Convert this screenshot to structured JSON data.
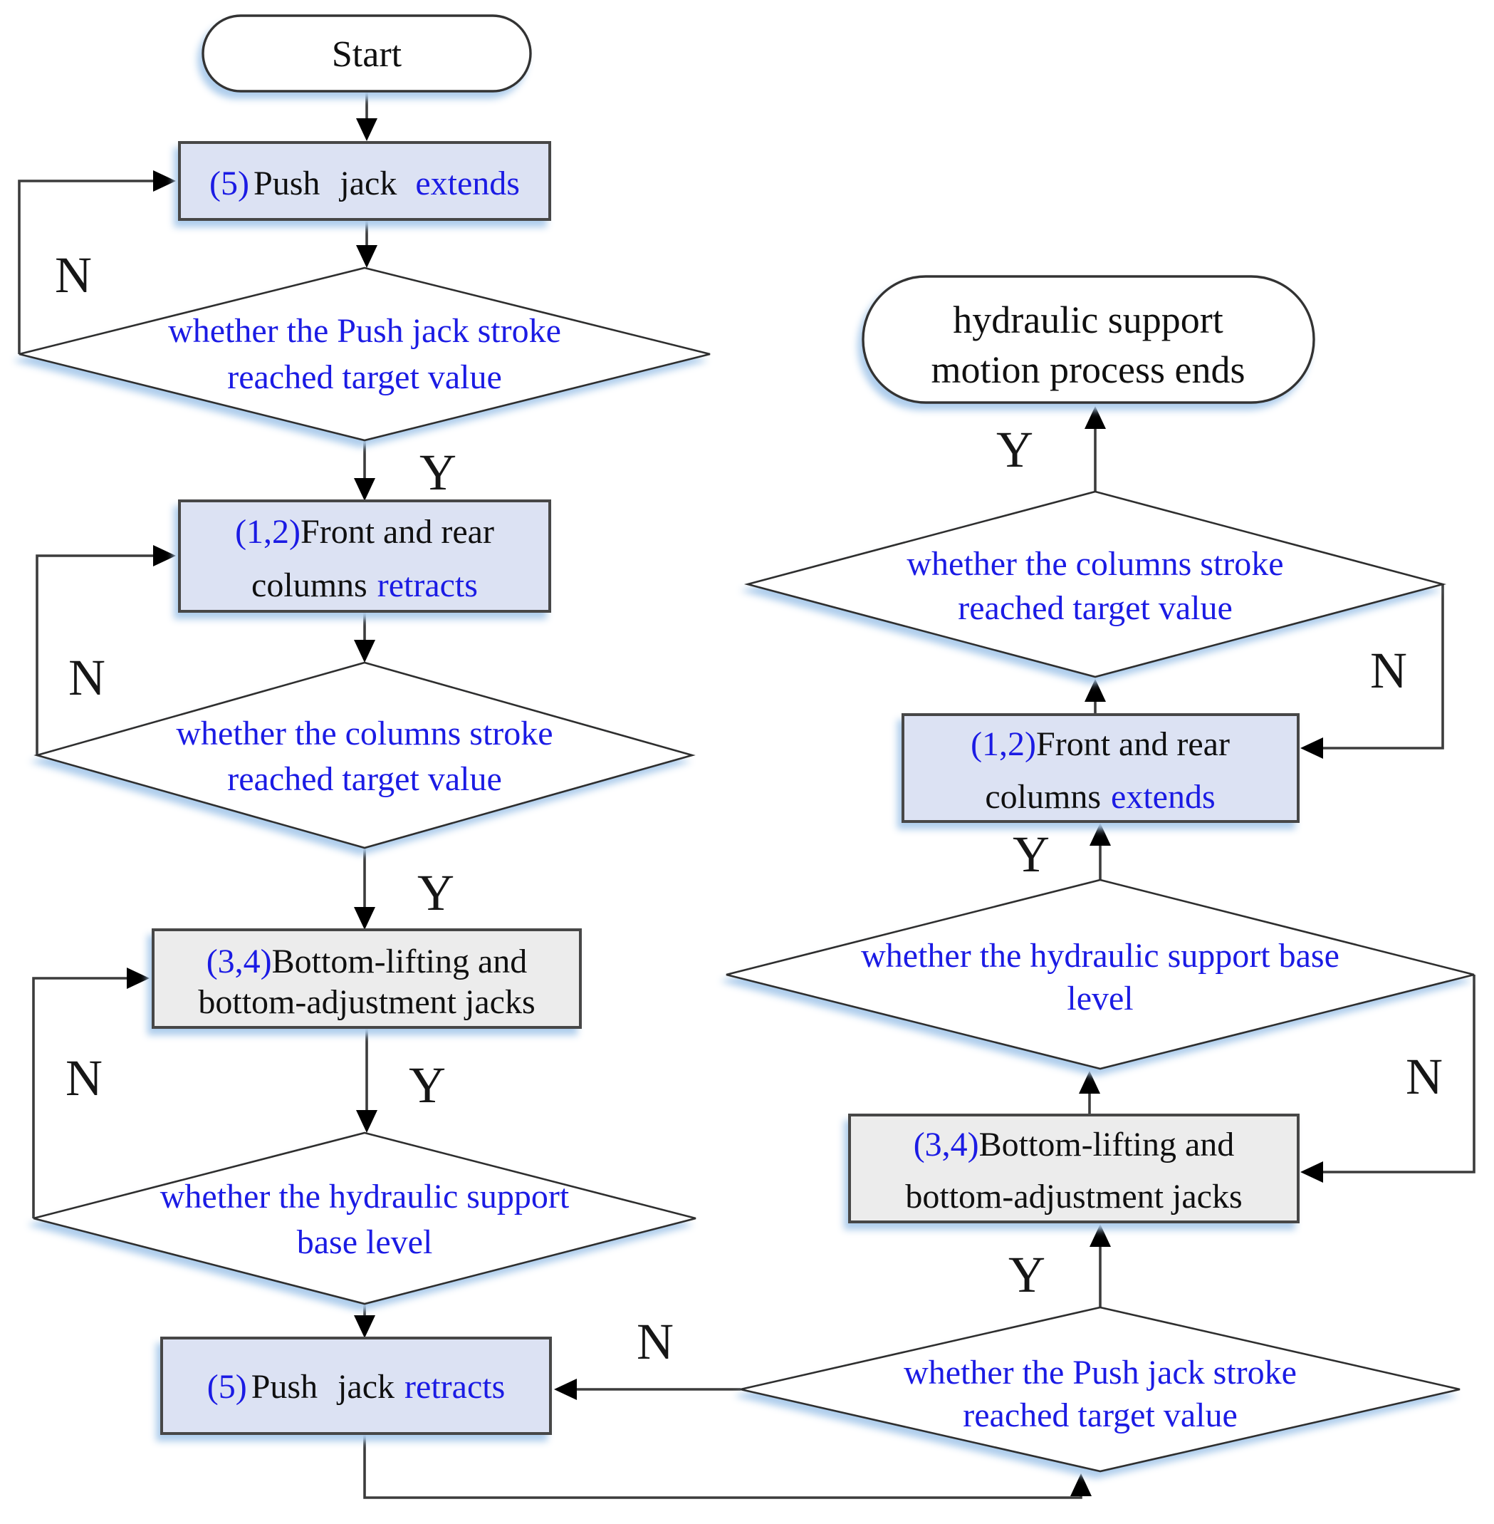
{
  "labels": {
    "yes": "Y",
    "no": "N"
  },
  "nodes": {
    "start": {
      "text": "Start"
    },
    "push_extends": {
      "num": "(5)",
      "body": "Push jack",
      "verb": "extends"
    },
    "push_stroke_left": {
      "line1": "whether the Push jack stroke",
      "line2": "reached target value"
    },
    "columns_retract": {
      "num": "(1,2)",
      "line1": "Front and rear",
      "line2_body": "columns",
      "verb": "retracts"
    },
    "columns_stroke_left": {
      "line1": "whether the columns  stroke",
      "line2": "reached target value"
    },
    "bottom_jacks_left": {
      "num": "(3,4)",
      "line1": "Bottom-lifting and",
      "line2": "bottom-adjustment jacks"
    },
    "base_level_left": {
      "line1": "whether the hydraulic support",
      "line2": "base level"
    },
    "push_retracts": {
      "num": "(5)",
      "body": "Push jack",
      "verb": "retracts"
    },
    "end": {
      "line1": "hydraulic support",
      "line2": "motion process ends"
    },
    "columns_stroke_right": {
      "line1": "whether the columns  stroke",
      "line2": "reached target value"
    },
    "columns_extend": {
      "num": "(1,2)",
      "line1": "Front and rear",
      "line2_body": "columns",
      "verb": "extends"
    },
    "base_level_right": {
      "line1": "whether the hydraulic support base",
      "line2": "level"
    },
    "bottom_jacks_right": {
      "num": "(3,4)",
      "line1": "Bottom-lifting and",
      "line2": "bottom-adjustment jacks"
    },
    "push_stroke_right": {
      "line1": "whether the Push jack stroke",
      "line2": "reached target value"
    }
  },
  "colors": {
    "accent_blue": "#1b1be4",
    "process_fill": "#dce2f3",
    "jack_fill": "#ececec",
    "line_color": "#3c3c3c",
    "shape_stroke": "#474747",
    "shadow": "#aecdec"
  }
}
